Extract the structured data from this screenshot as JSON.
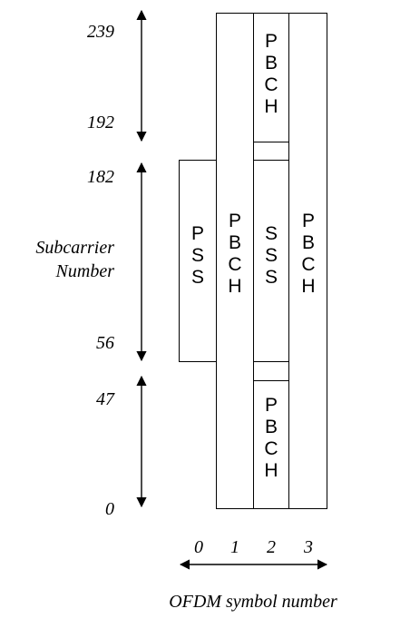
{
  "y_ticks": [
    "239",
    "192",
    "182",
    "56",
    "47",
    "0"
  ],
  "y_label": [
    "Subcarrier",
    "Number"
  ],
  "x_ticks": [
    "0",
    "1",
    "2",
    "3"
  ],
  "x_label": "OFDM symbol number",
  "blocks": {
    "pss": [
      "P",
      "S",
      "S"
    ],
    "pbch_col1": [
      "P",
      "B",
      "C",
      "H"
    ],
    "pbch_top": [
      "P",
      "B",
      "C",
      "H"
    ],
    "sss": [
      "S",
      "S",
      "S"
    ],
    "pbch_bottom": [
      "P",
      "B",
      "C",
      "H"
    ],
    "pbch_col3": [
      "P",
      "B",
      "C",
      "H"
    ]
  }
}
